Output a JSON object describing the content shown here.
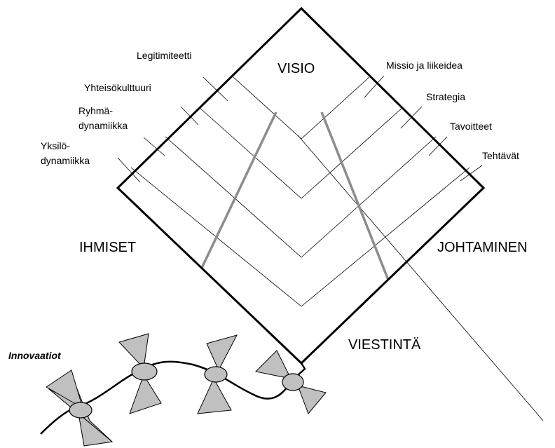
{
  "corners": {
    "top": "VISIO",
    "left": "IHMISET",
    "right": "JOHTAMINEN",
    "bottom": "VIESTINTÄ"
  },
  "left_layers": [
    "Legitimiteetti",
    "Yhteisökulttuuri",
    "Ryhmä-",
    "dynamiikka",
    "Yksilö-",
    "dynamiikka"
  ],
  "right_layers": [
    "Missio ja liikeidea",
    "Strategia",
    "Tavoitteet",
    "Tehtävät"
  ],
  "tail": {
    "label": "Innovaatiot",
    "bow_count": 4
  },
  "colors": {
    "outline": "#000000",
    "beam": "#8c8c8c",
    "bow": "#c0c0c0"
  }
}
